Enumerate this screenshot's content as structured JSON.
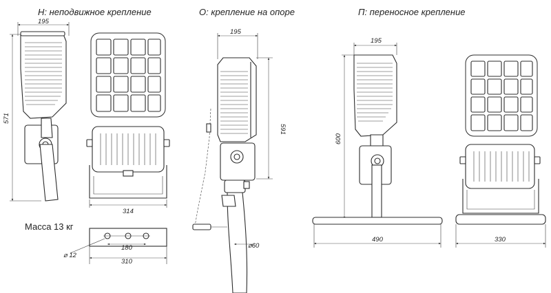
{
  "views": {
    "fixed": {
      "title": "Н: неподвижное крепление"
    },
    "pole": {
      "title": "О: крепление на опоре"
    },
    "portable": {
      "title": "П: переносное крепление"
    }
  },
  "dimensions": {
    "fixed_depth": "195",
    "fixed_height": "571",
    "fixed_width": "314",
    "plate_holes": "180",
    "plate_width": "310",
    "hole_diameter": "⌀ 12",
    "pole_depth": "195",
    "pole_height": "591",
    "pole_diameter": "⌀60",
    "portable_depth": "195",
    "portable_height": "600",
    "portable_base": "490",
    "portable_width": "330"
  },
  "mass": "Масса 13 кг"
}
